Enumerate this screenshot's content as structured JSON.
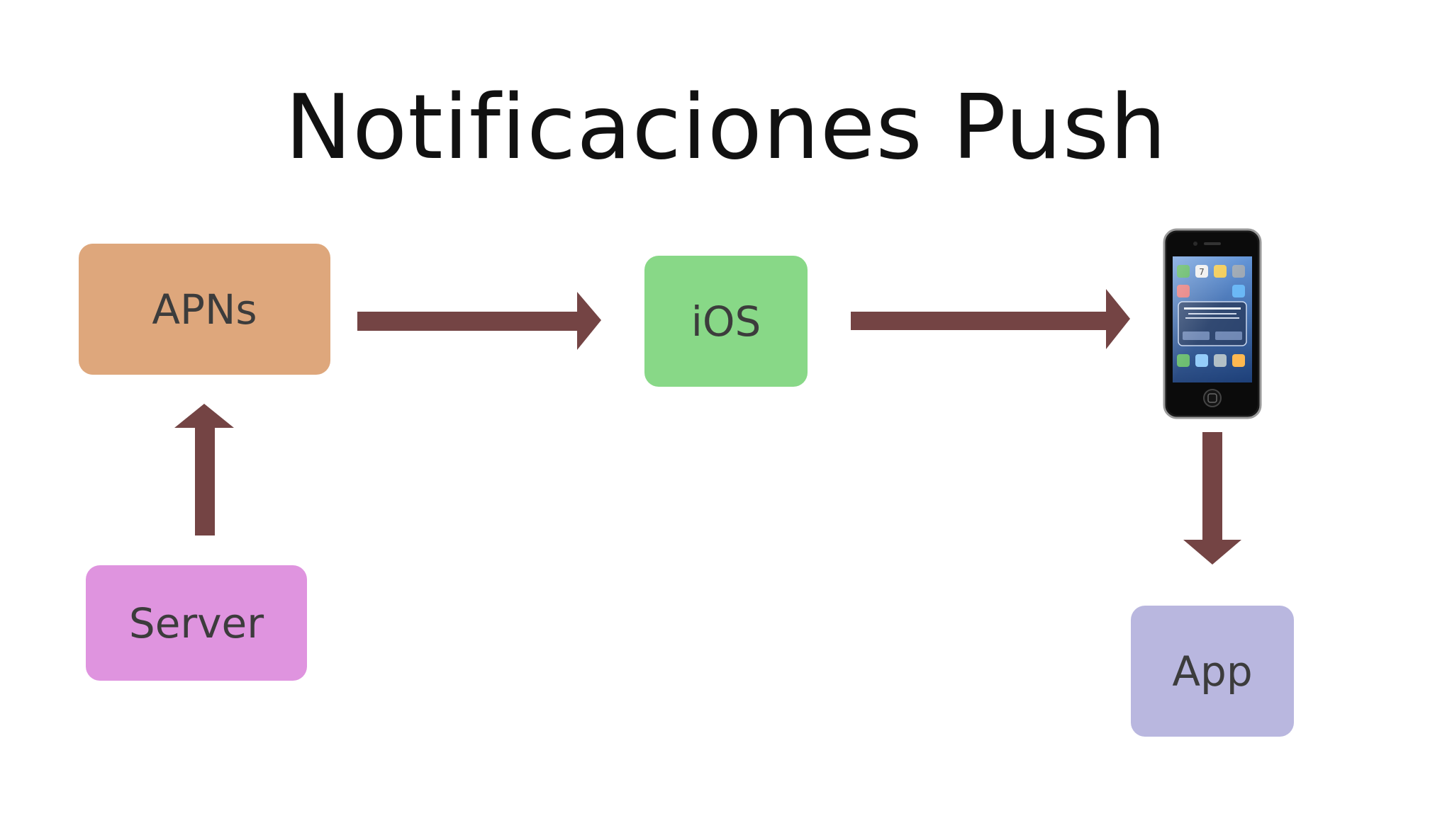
{
  "title": "Notificaciones Push",
  "nodes": {
    "apns": {
      "label": "APNs",
      "color": "#dea77c"
    },
    "ios": {
      "label": "iOS",
      "color": "#88d887"
    },
    "server": {
      "label": "Server",
      "color": "#df94df"
    },
    "app": {
      "label": "App",
      "color": "#b9b7df"
    }
  },
  "arrow_color": "#744444",
  "phone": {
    "icon": "iphone-icon",
    "clock": "7"
  }
}
